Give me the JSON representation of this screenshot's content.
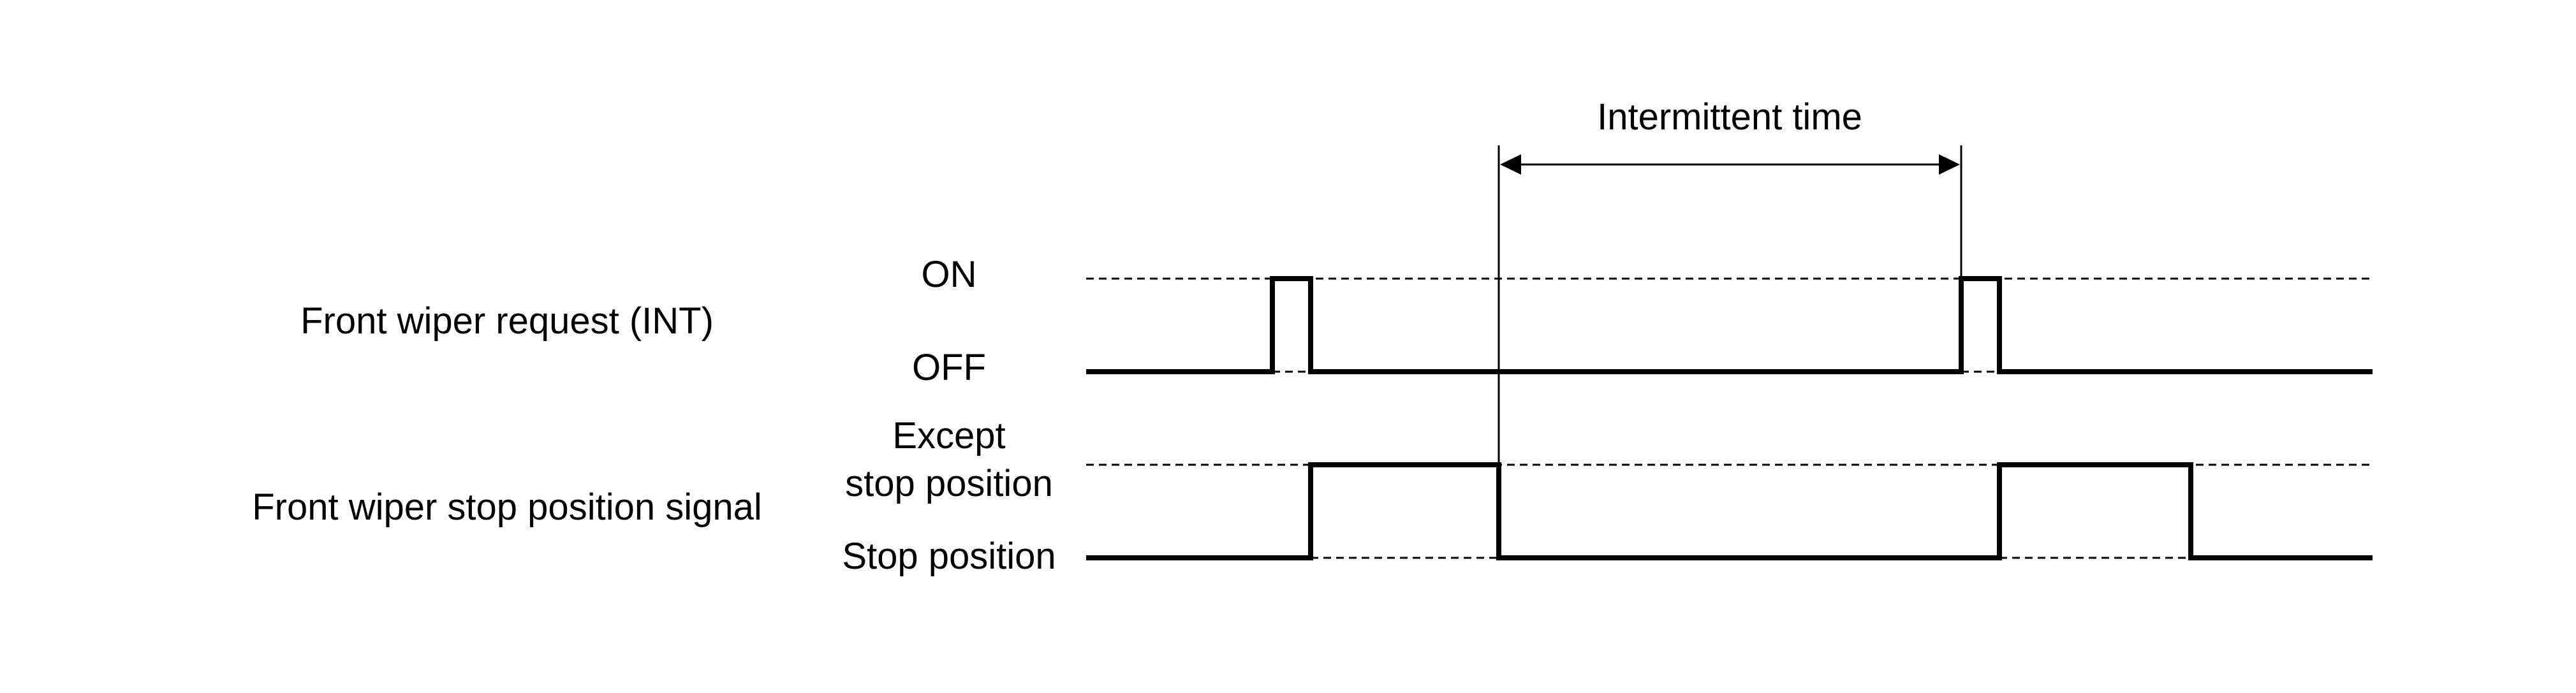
{
  "diagram": {
    "signals": [
      {
        "label": "Front wiper request (INT)",
        "levels": {
          "high": "ON",
          "low": "OFF"
        }
      },
      {
        "label": "Front wiper stop position signal",
        "levels": {
          "high_line1": "Except",
          "high_line2": "stop position",
          "low": "Stop position"
        }
      }
    ],
    "annotation": {
      "label": "Intermittent time"
    }
  }
}
